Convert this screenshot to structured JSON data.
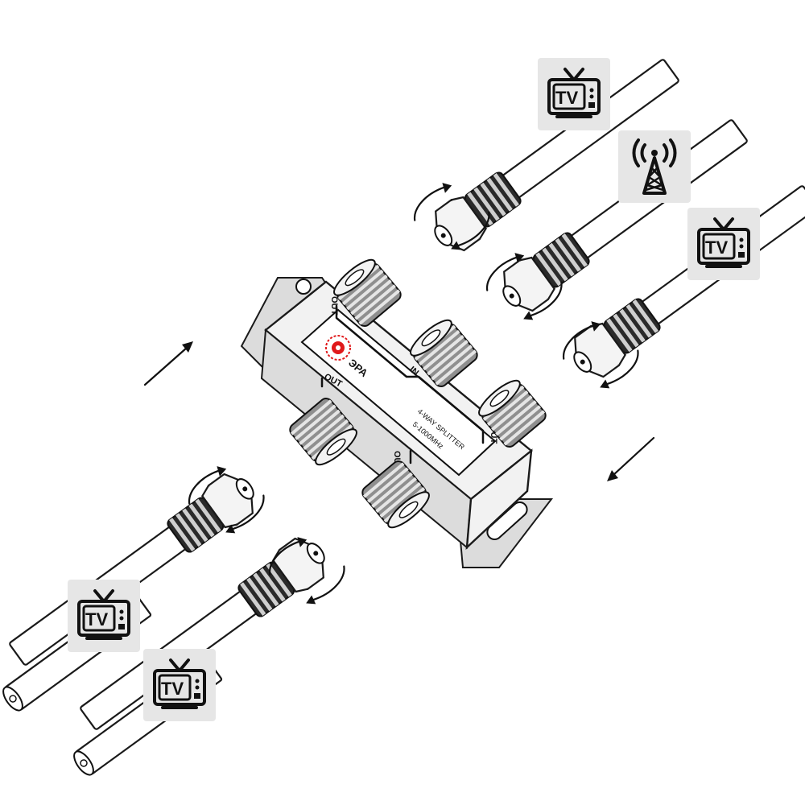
{
  "splitter": {
    "brand": "ЭРА",
    "model_line1": "4-WAY SPLITTER",
    "model_line2": "5-1000MHz",
    "port_in": "IN",
    "port_out_1": "OUT",
    "port_out_2": "OUT",
    "port_out_3": "OUT",
    "port_out_4": "OUT"
  },
  "badges": {
    "tv_label": "TV",
    "icons": [
      "tv-icon",
      "antenna-tower-icon",
      "tv-icon",
      "tv-icon",
      "tv-icon"
    ]
  },
  "colors": {
    "badge_background": "#e6e6e6",
    "brand_red": "#e0191b",
    "line": "#111111"
  }
}
